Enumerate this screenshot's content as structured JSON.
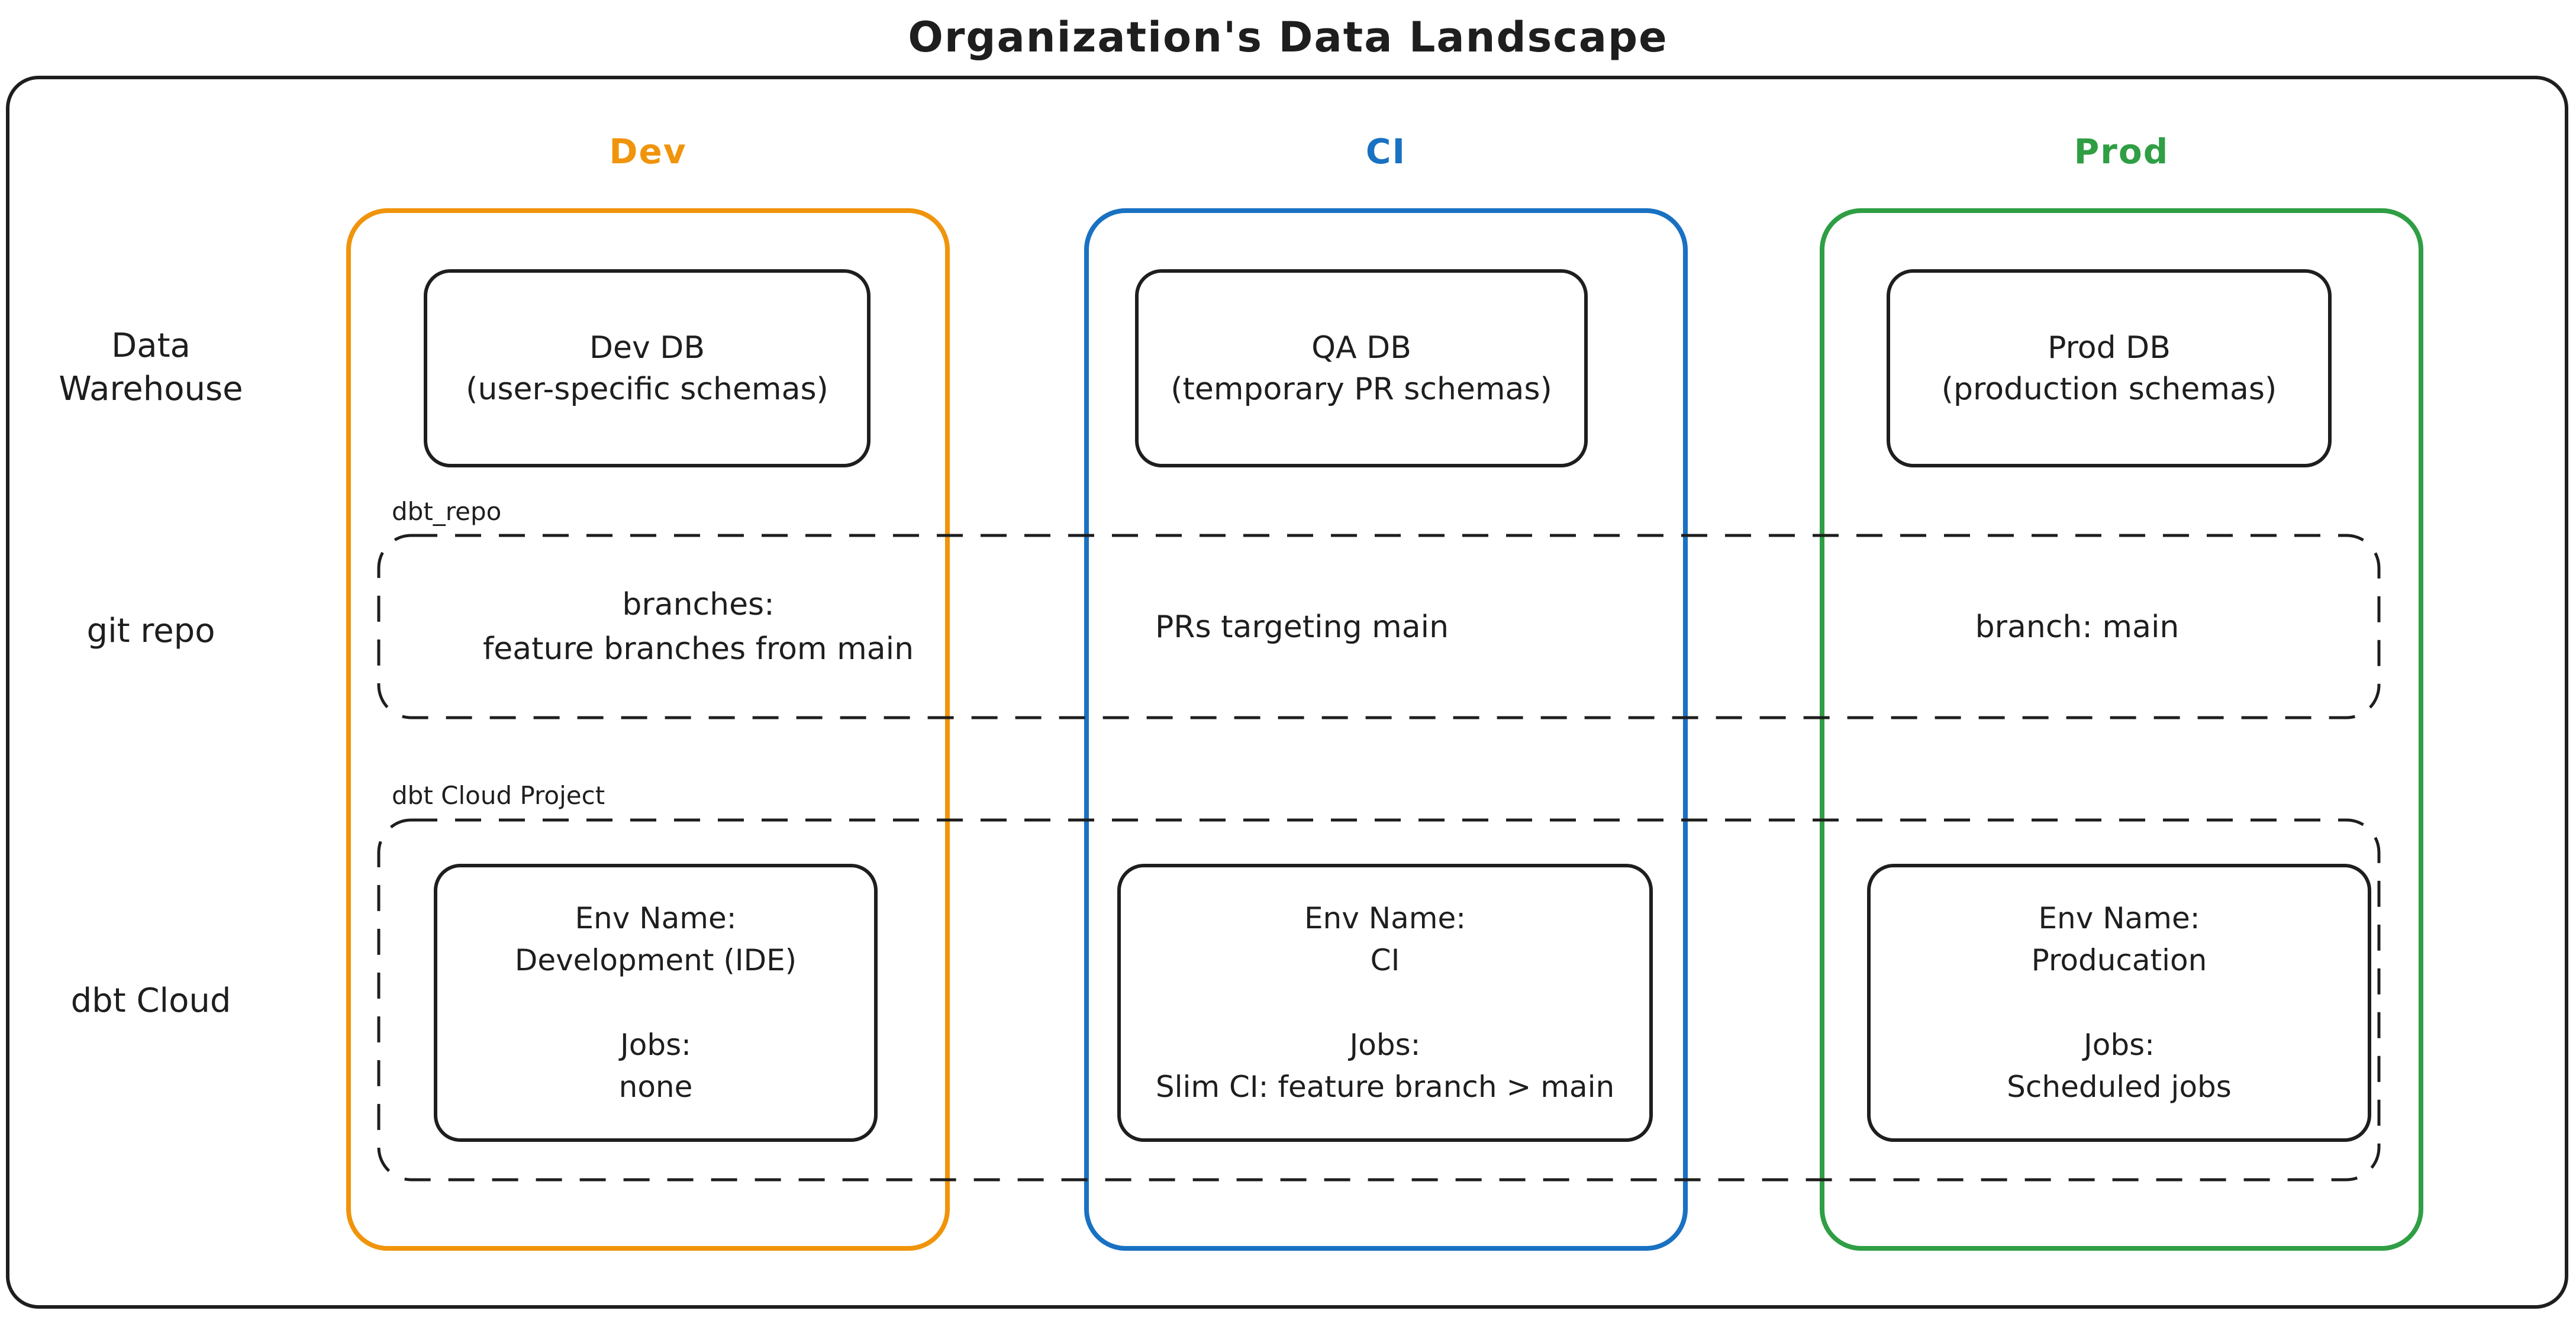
{
  "title": "Organization's Data Landscape",
  "colors": {
    "dev_accent": "#f0940c",
    "ci_accent": "#1971c2",
    "prod_accent": "#2f9e44",
    "ink": "#1e1e1e"
  },
  "columns": {
    "dev": {
      "label": "Dev"
    },
    "ci": {
      "label": "CI"
    },
    "prod": {
      "label": "Prod"
    }
  },
  "row_labels": {
    "warehouse_line1": "Data",
    "warehouse_line2": "Warehouse",
    "git": "git repo",
    "dbt": "dbt Cloud"
  },
  "warehouse": {
    "dev": {
      "line1": "Dev DB",
      "line2": "(user-specific schemas)"
    },
    "ci": {
      "line1": "QA DB",
      "line2": "(temporary PR schemas)"
    },
    "prod": {
      "line1": "Prod DB",
      "line2": "(production schemas)"
    }
  },
  "git": {
    "container_label": "dbt_repo",
    "dev_line1": "branches:",
    "dev_line2": "feature branches from main",
    "ci_text": "PRs targeting main",
    "prod_text": "branch: main"
  },
  "dbt": {
    "container_label": "dbt Cloud Project",
    "dev": {
      "env_label": "Env Name:",
      "env_value": "Development (IDE)",
      "jobs_label": "Jobs:",
      "jobs_value": "none"
    },
    "ci": {
      "env_label": "Env Name:",
      "env_value": "CI",
      "jobs_label": "Jobs:",
      "jobs_value": "Slim CI: feature branch > main"
    },
    "prod": {
      "env_label": "Env Name:",
      "env_value": "Producation",
      "jobs_label": "Jobs:",
      "jobs_value": "Scheduled jobs"
    }
  }
}
